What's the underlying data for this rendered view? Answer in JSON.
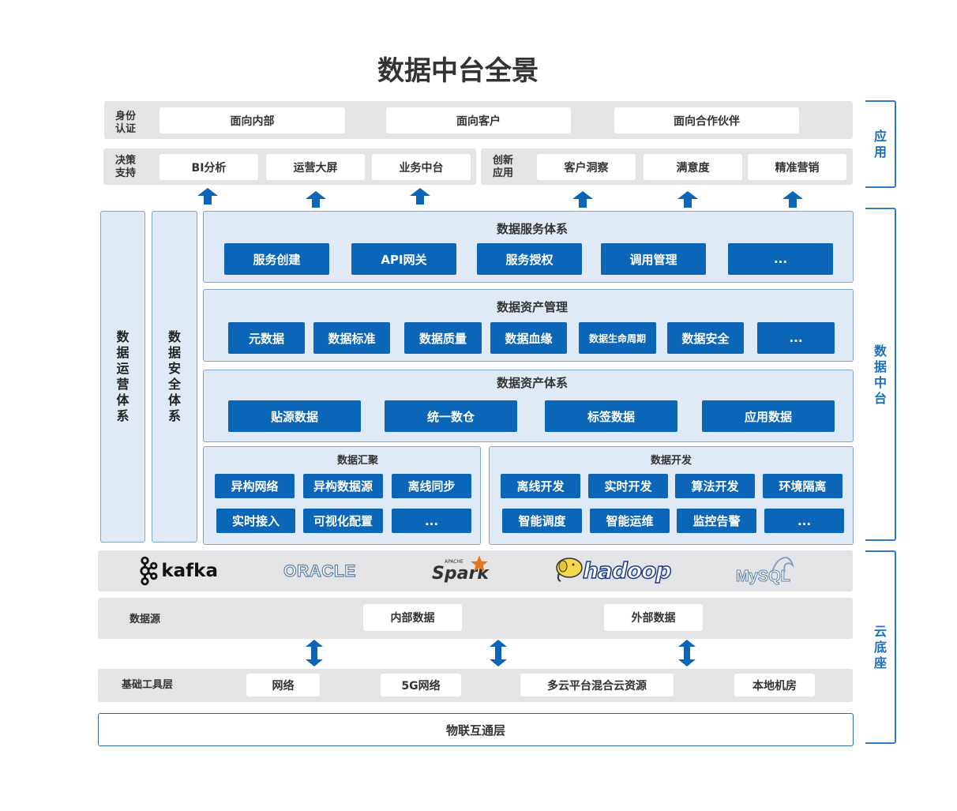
{
  "title": "数据中台全景",
  "app_layer": {
    "identity_label": "身份\n认证",
    "identity_items": [
      "面向内部",
      "面向客户",
      "面向合作伙伴"
    ],
    "decision_label": "决策\n支持",
    "decision_items": [
      "BI分析",
      "运营大屏",
      "业务中台"
    ],
    "innovation_label": "创新\n应用",
    "innovation_items": [
      "客户洞察",
      "满意度",
      "精准营销"
    ]
  },
  "side_columns": {
    "ops": "数\n据\n运\n营\n体\n系",
    "security": "数\n据\n安\n全\n体\n系"
  },
  "service_system": {
    "title": "数据服务体系",
    "items": [
      "服务创建",
      "API网关",
      "服务授权",
      "调用管理",
      "..."
    ]
  },
  "asset_management": {
    "title": "数据资产管理",
    "items": [
      "元数据",
      "数据标准",
      "数据质量",
      "数据血缘",
      "数据生命周期",
      "数据安全",
      "..."
    ]
  },
  "asset_system": {
    "title": "数据资产体系",
    "items": [
      "贴源数据",
      "统一数仓",
      "标签数据",
      "应用数据"
    ]
  },
  "data_aggregation": {
    "title": "数据汇聚",
    "row1": [
      "异构网络",
      "异构数据源",
      "离线同步"
    ],
    "row2": [
      "实时接入",
      "可视化配置",
      "..."
    ]
  },
  "data_development": {
    "title": "数据开发",
    "row1": [
      "离线开发",
      "实时开发",
      "算法开发",
      "环境隔离"
    ],
    "row2": [
      "智能调度",
      "智能运维",
      "监控告警",
      "..."
    ]
  },
  "logos": {
    "kafka": "kafka",
    "oracle": "ORACLE",
    "spark": "Spark",
    "spark_small": "APACHE",
    "hadoop": "hadoop",
    "mysql": "MySQL"
  },
  "data_source": {
    "label": "数据源",
    "items": [
      "内部数据",
      "外部数据"
    ]
  },
  "infra": {
    "label": "基础工具层",
    "items": [
      "网络",
      "5G网络",
      "多云平台混合云资源",
      "本地机房"
    ]
  },
  "iot_layer": "物联互通层",
  "brackets": {
    "app": "应\n用",
    "middle": "数\n据\n中\n台",
    "cloud": "云\n底\n座"
  },
  "colors": {
    "primary_blue": "#0c66b8",
    "panel_bg": "#dfeaf6",
    "grey_bg": "#e4e4e6",
    "bracket_blue": "#2f7cc4"
  }
}
